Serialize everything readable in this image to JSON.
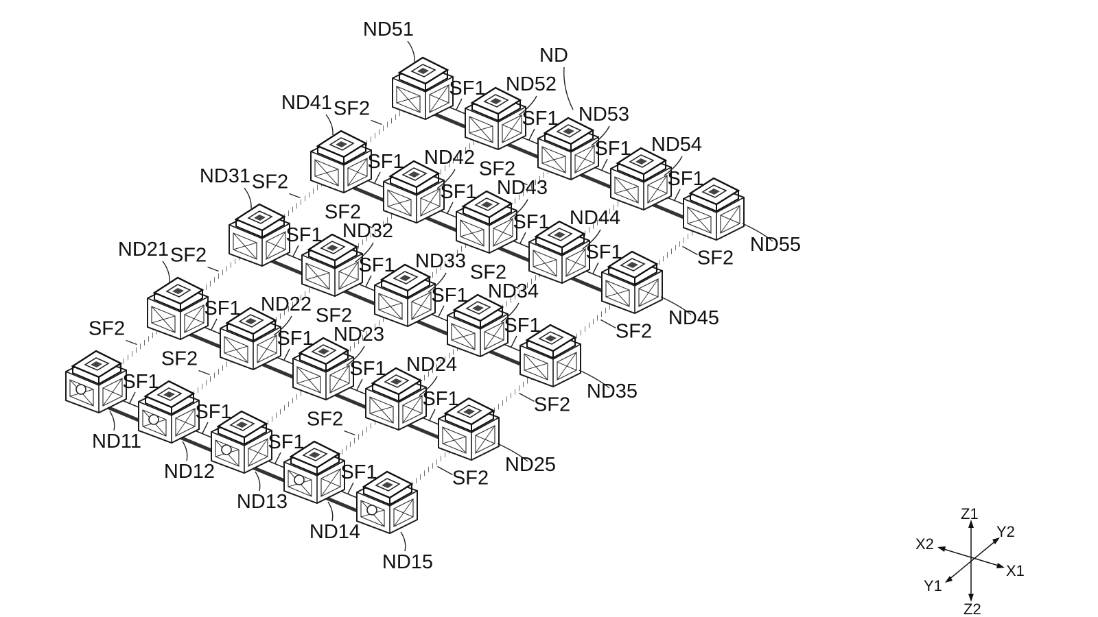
{
  "diagram": {
    "nodes": [
      {
        "id": "ND11",
        "label": "ND11"
      },
      {
        "id": "ND12",
        "label": "ND12"
      },
      {
        "id": "ND13",
        "label": "ND13"
      },
      {
        "id": "ND14",
        "label": "ND14"
      },
      {
        "id": "ND15",
        "label": "ND15"
      },
      {
        "id": "ND21",
        "label": "ND21"
      },
      {
        "id": "ND22",
        "label": "ND22"
      },
      {
        "id": "ND23",
        "label": "ND23"
      },
      {
        "id": "ND24",
        "label": "ND24"
      },
      {
        "id": "ND25",
        "label": "ND25"
      },
      {
        "id": "ND31",
        "label": "ND31"
      },
      {
        "id": "ND32",
        "label": "ND32"
      },
      {
        "id": "ND33",
        "label": "ND33"
      },
      {
        "id": "ND34",
        "label": "ND34"
      },
      {
        "id": "ND35",
        "label": "ND35"
      },
      {
        "id": "ND41",
        "label": "ND41"
      },
      {
        "id": "ND42",
        "label": "ND42"
      },
      {
        "id": "ND43",
        "label": "ND43"
      },
      {
        "id": "ND44",
        "label": "ND44"
      },
      {
        "id": "ND45",
        "label": "ND45"
      },
      {
        "id": "ND51",
        "label": "ND51"
      },
      {
        "id": "ND52",
        "label": "ND52"
      },
      {
        "id": "ND53",
        "label": "ND53"
      },
      {
        "id": "ND54",
        "label": "ND54"
      },
      {
        "id": "ND55",
        "label": "ND55"
      }
    ],
    "generic_node_label": "ND",
    "connector_x_label": "SF1",
    "connector_y_label": "SF2",
    "axes": {
      "z1": "Z1",
      "y2": "Y2",
      "x2": "X2",
      "x1": "X1",
      "y1": "Y1",
      "z2": "Z2"
    }
  }
}
